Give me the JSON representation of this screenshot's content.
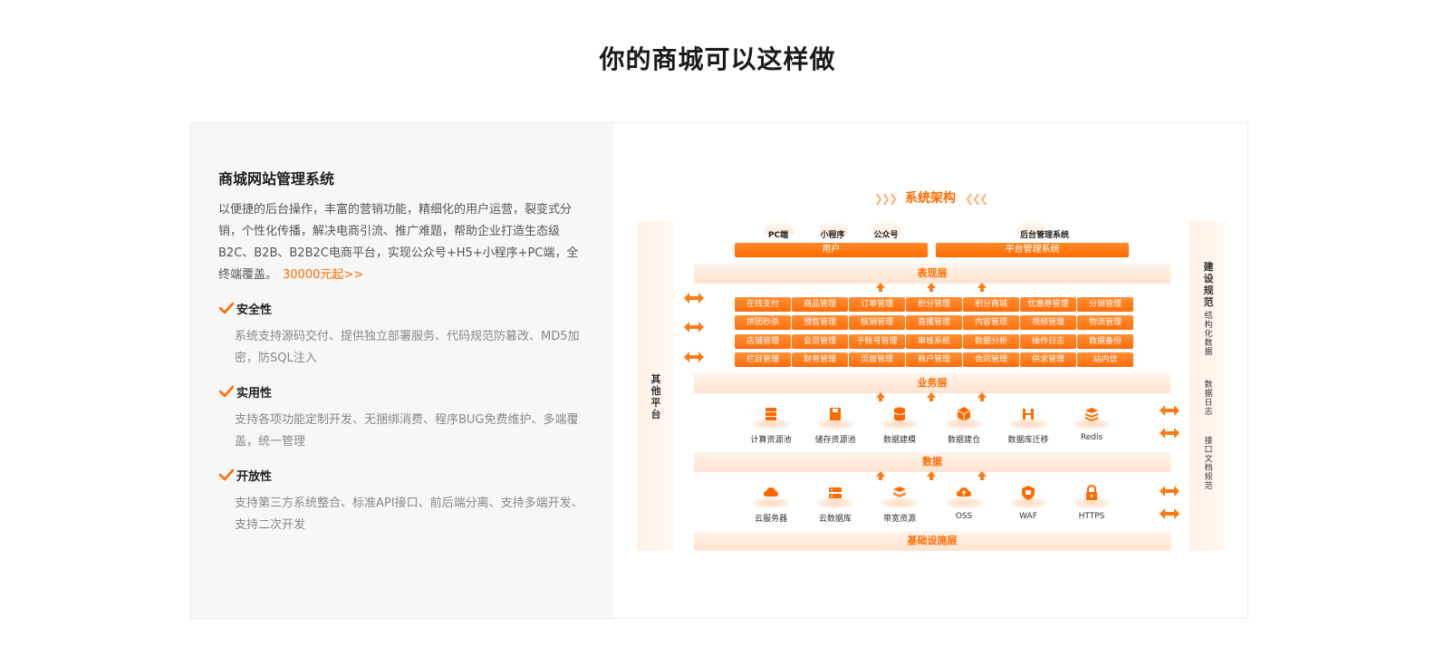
{
  "page": {
    "title": "你的商城可以这样做"
  },
  "system": {
    "title": "商城网站管理系统",
    "description": "以便捷的后台操作，丰富的营销功能，精细化的用户运营，裂变式分销，个性化传播，解决电商引流、推广难题，帮助企业打造生态级B2C、B2B、B2B2C电商平台，实现公众号+H5+小程序+PC端，全终端覆盖。",
    "price_link": "30000元起>>"
  },
  "features": [
    {
      "title": "安全性",
      "text": "系统支持源码交付、提供独立部署服务、代码规范防篡改、MD5加密，防SQL注入"
    },
    {
      "title": "实用性",
      "text": "支持各项功能定制开发、无捆绑消费、程序BUG免费维护、多端覆盖，统一管理"
    },
    {
      "title": "开放性",
      "text": "支持第三方系统整合、标准API接口、前后端分离、支持多端开发、支持二次开发"
    }
  ],
  "architecture": {
    "title": "系统架构",
    "left_side": "其他平台",
    "right_side": {
      "top": "建设规范",
      "items": [
        "结构化数据",
        "数据日志",
        "接口文档规范"
      ]
    },
    "clients": [
      "PC端",
      "小程序",
      "公众号"
    ],
    "admin_label": "后台管理系统",
    "user_bar": "用户",
    "admin_bar": "平台管理系统",
    "presentation_layer": "表现层",
    "modules": [
      [
        "在线支付",
        "商品管理",
        "订单管理",
        "积分管理",
        "积分商城",
        "优惠券管理",
        "分销管理"
      ],
      [
        "拼团秒杀",
        "预售管理",
        "核销管理",
        "直播管理",
        "内容管理",
        "视频管理",
        "物流管理"
      ],
      [
        "店铺管理",
        "会员管理",
        "子账号管理",
        "审核系统",
        "数据分析",
        "操作日志",
        "数据备份"
      ],
      [
        "栏目管理",
        "财务管理",
        "页面管理",
        "商户管理",
        "合同管理",
        "供求管理",
        "站内信"
      ]
    ],
    "business_layer": "业务层",
    "data_resources": [
      "计算资源池",
      "储存资源池",
      "数据建模",
      "数据建仓",
      "数据库迁移",
      "Redis"
    ],
    "data_layer": "数据",
    "infra_resources": [
      "云服务器",
      "云数据库",
      "带宽资源",
      "OSS",
      "WAF",
      "HTTPS"
    ],
    "infra_layer": "基础设施层"
  },
  "colors": {
    "accent": "#ff6a00",
    "light_accent": "#fff1e6"
  }
}
